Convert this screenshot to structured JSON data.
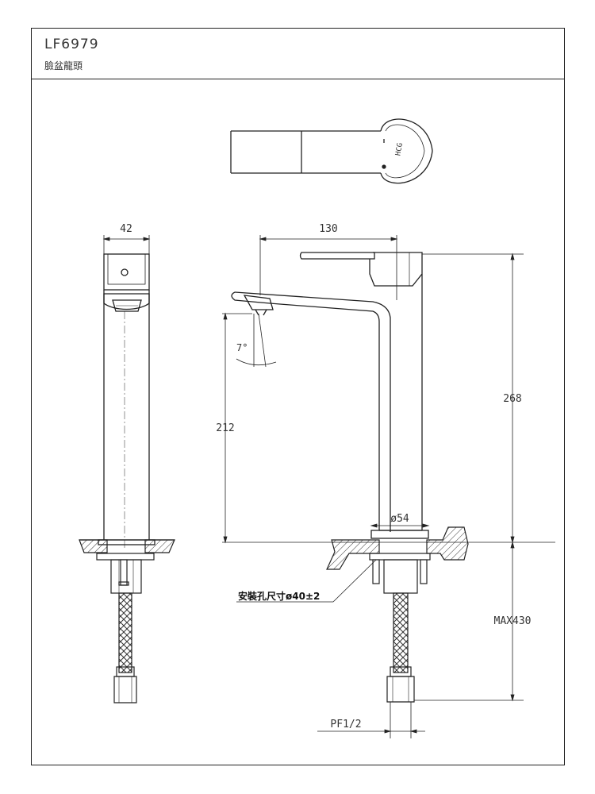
{
  "header": {
    "model": "LF6979",
    "product_name": "臉盆龍頭"
  },
  "dimensions": {
    "side_width": "42",
    "spout_reach": "130",
    "total_height": "268",
    "spout_height": "212",
    "spout_angle": "7°",
    "base_diameter": "ø54",
    "install_hole": "安裝孔尺寸ø40±2",
    "max_thickness": "MAX430",
    "thread": "PF1/2"
  },
  "logo_text": "HCG"
}
